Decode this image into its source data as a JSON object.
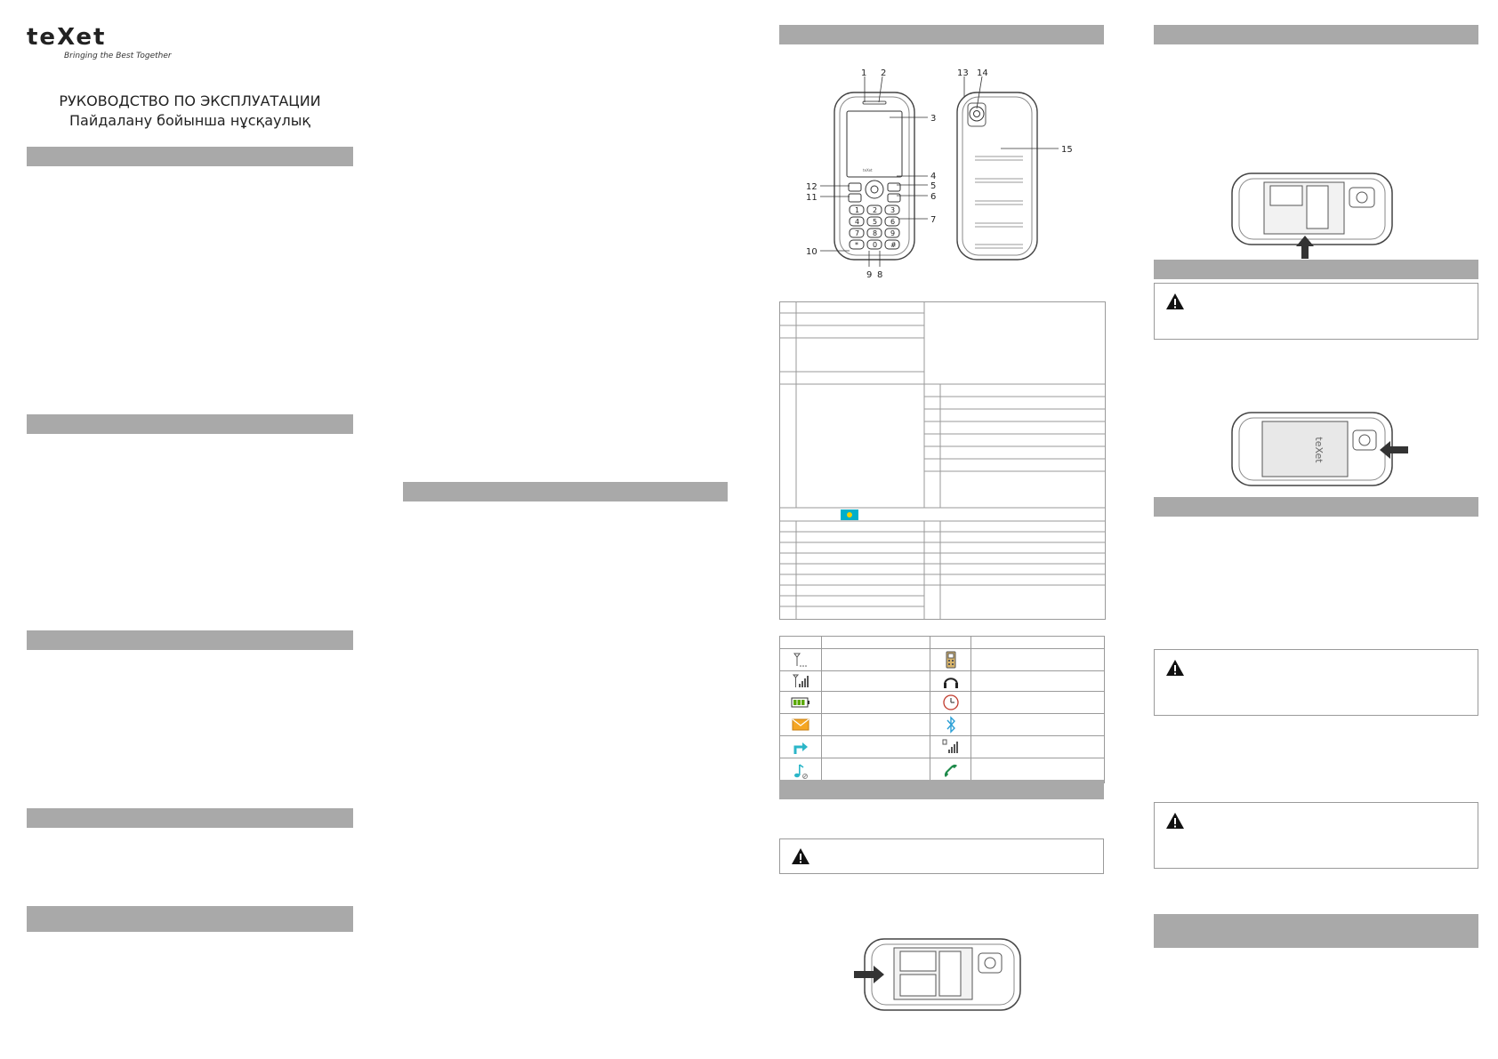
{
  "brand": {
    "logo": "teXet",
    "tagline": "Bringing the Best Together"
  },
  "cover": {
    "title_ru": "РУКОВОДСТВО ПО ЭКСПЛУАТАЦИИ",
    "title_kz": "Пайдалану бойынша нұсқаулық"
  },
  "diagram": {
    "front_callouts": [
      "1",
      "2",
      "3",
      "4",
      "5",
      "6",
      "7",
      "8",
      "9",
      "10",
      "11",
      "12"
    ],
    "back_callouts": [
      "13",
      "14",
      "15"
    ],
    "keypad": [
      "1",
      "2",
      "3",
      "4",
      "5",
      "6",
      "7",
      "8",
      "9",
      "*",
      "0",
      "#"
    ],
    "screen_label": "teXet"
  },
  "icons": {
    "left": [
      "antenna-no-signal-icon",
      "signal-strength-icon",
      "battery-full-icon",
      "envelope-message-icon",
      "call-forward-icon",
      "music-note-icon"
    ],
    "right": [
      "phone-keypad-icon",
      "headphones-icon",
      "alarm-clock-icon",
      "bluetooth-icon",
      "sim2-signal-icon",
      "handset-icon"
    ]
  },
  "colors": {
    "section_bar": "#a9a9a9",
    "battery": "#5aa800",
    "envelope": "#f5a623",
    "forward_arrow": "#2bb6c8",
    "handset": "#1e8a4a",
    "flag": "#00afca",
    "bluetooth": "#2a9fd6",
    "headphones": "#222222",
    "clock": "#c0392b"
  }
}
